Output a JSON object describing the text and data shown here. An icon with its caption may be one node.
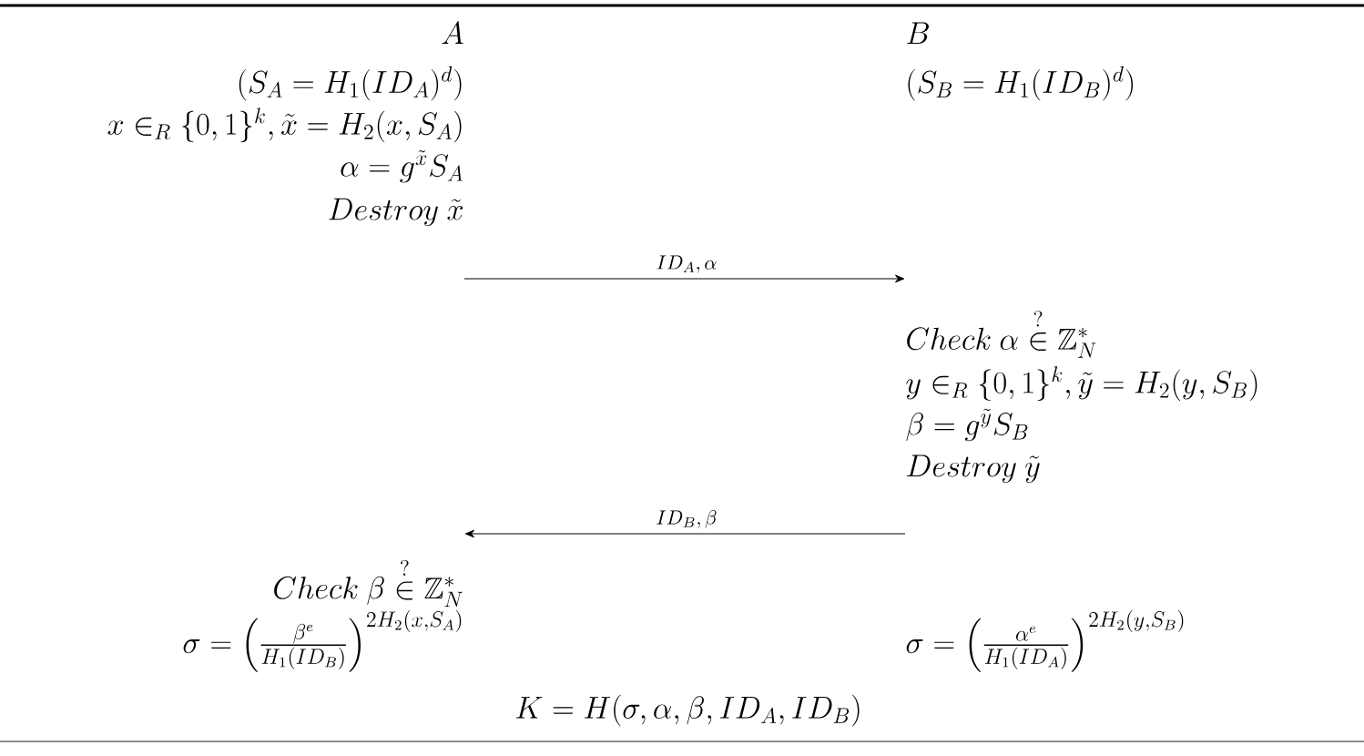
{
  "diagram": {
    "nodes": [
      {
        "text": [
          "A",
          "(S_A = H_1(ID_A)^d)",
          "x \\in_R \\{0,1\\}^k, \\tilde{x} = H_2(x, S_A)",
          "\\alpha = g^{\\tilde{x}} S_A",
          "Destroy\\ \\tilde{x}",
          "Check\\ \\beta \\stackrel{?}{\\in} \\mathbb{Z}_N^*",
          "\\sigma = \\left(\\frac{\\beta^e}{H_1(ID_B)}\\right)^{2H_2(x, S_A)}"
        ]
      },
      {
        "text": [
          "B",
          "(S_B = H_1(ID_B)^d)",
          "Check\\ \\alpha \\stackrel{?}{\\in} \\mathbb{Z}_N^*",
          "y \\in_R \\{0,1\\}^k, \\tilde{y} = H_2(y, S_B)",
          "\\beta = g^{\\tilde{y}} S_B",
          "Destroy\\ \\tilde{y}",
          "\\sigma = \\left(\\frac{\\alpha^e}{H_1(ID_A)}\\right)^{2H_2(y, S_B)}"
        ]
      }
    ],
    "edges": [
      {
        "from": 0,
        "to": 1,
        "arrow": "to",
        "label": "ID_A, \\alpha"
      },
      {
        "from": 1,
        "to": 0,
        "arrow": "to",
        "label": "ID_B, \\beta"
      }
    ],
    "labels": [
      "K = H(\\sigma, \\alpha, \\beta, ID_A, ID_B)"
    ]
  }
}
